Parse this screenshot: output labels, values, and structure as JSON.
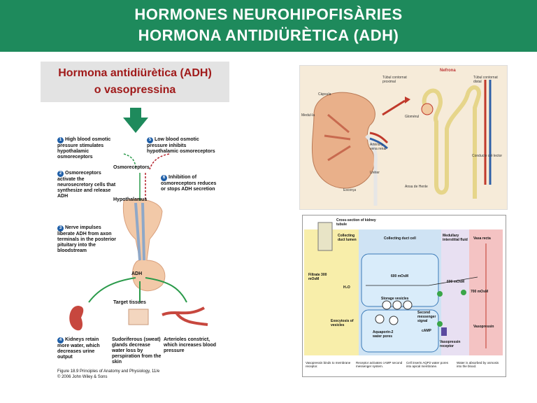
{
  "header": {
    "line1": "HORMONES NEUROHIPOFISÀRIES",
    "line2": "HORMONA ANTIDIÜRÈTICA (ADH)"
  },
  "title_box": {
    "line1": "Hormona antidiürètica (ADH)",
    "line2": "o vasopressina"
  },
  "colors": {
    "header_bg": "#1e8a5c",
    "title_text": "#a01a1a",
    "arrow": "#1e8a5c"
  },
  "left_figure": {
    "step1": "High blood osmotic pressure stimulates hypothalamic osmoreceptors",
    "step2": "Osmoreceptors activate the neurosecretory cells that synthesize and release ADH",
    "step3": "Nerve impulses liberate ADH from axon terminals in the posterior pituitary into the bloodstream",
    "step4": "Kidneys retain more water, which decreases urine output",
    "step5": "Low blood osmotic pressure inhibits hypothalamic osmoreceptors",
    "step6": "Inhibition of osmoreceptors reduces or stops ADH secretion",
    "osmoreceptors": "Osmoreceptors",
    "hypothalamus": "Hypothalamus",
    "adh": "ADH",
    "target_tissues": "Target tissues",
    "sudoriferous": "Sudoriferous (sweat) glands decrease water loss by perspiration from the skin",
    "arterioles": "Arterioles constrict, which increases blood pressure",
    "caption1": "Figure 18.9 Principles of Anatomy and Physiology, 11/e",
    "caption2": "© 2006 John Wiley & Sons"
  },
  "kidney_figure": {
    "nefrona": "Nefrona",
    "capsula": "Càpsula",
    "medula": "Medul·la",
    "escorca": "Escorça",
    "ureter": "Urèter",
    "arteria": "Artèria y vena renal",
    "glomerul": "Glomèrul",
    "tubul_proximal": "Túbul contornat proximal",
    "tubul_distal": "Túbul contornat distal",
    "conducte": "Conducte col·lector",
    "ansa": "Ansa de Henle"
  },
  "cell_figure": {
    "cross_section": "Cross-section of kidney tubule",
    "lumen": "Collecting duct lumen",
    "cell": "Collecting duct cell",
    "medullary": "Medullary interstitial fluid",
    "vasa": "Vasa recta",
    "filtrate": "Filtrate 300 mOsM",
    "osm600": "600 mOsM",
    "osm600b": "600 mOsM",
    "osm700": "700 mOsM",
    "h2o": "H₂O",
    "storage": "Storage vesicles",
    "second_messenger": "Second messenger signal",
    "exocytosis": "Exocytosis of vesicles",
    "aquaporin": "Aquaporin-2 water pores",
    "camp": "cAMP",
    "vasopressin": "Vasopressin",
    "receptor": "Vasopressin receptor",
    "foot1": "Vasopressin binds to membrane receptor.",
    "foot2": "Receptor activates cAMP second messenger system.",
    "foot3": "Cell inserts AQP2 water pores into apical membrane.",
    "foot4": "Water is absorbed by osmosis into the blood."
  }
}
